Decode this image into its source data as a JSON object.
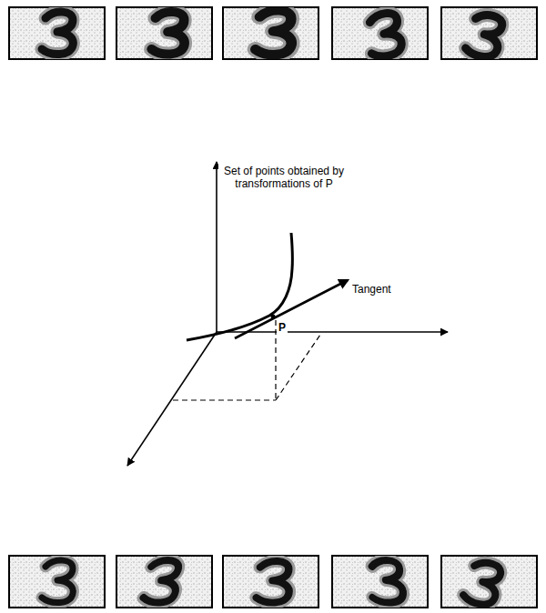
{
  "diagram": {
    "labels": [
      "Set of points obtained by transformations of P",
      "Tangent",
      "P"
    ]
  }
}
